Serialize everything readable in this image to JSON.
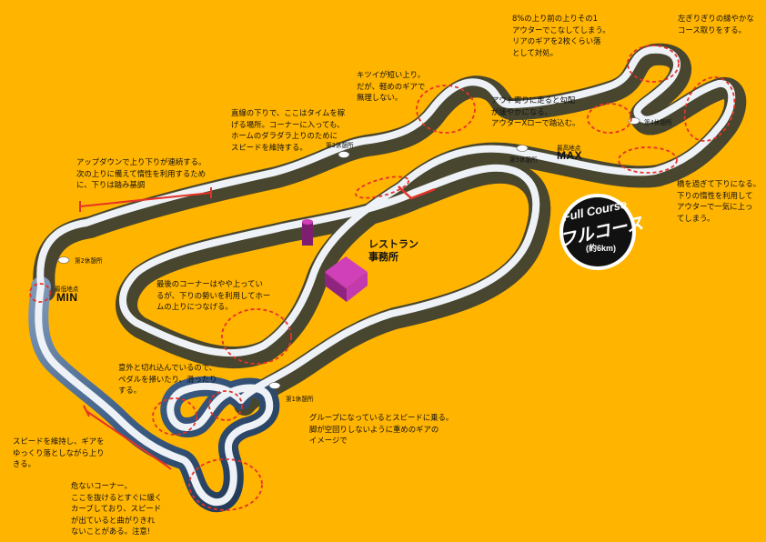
{
  "course": {
    "badge_en": "Full Course",
    "badge_jp": "フルコース",
    "length": "(約6km)"
  },
  "facilities": {
    "restaurant": "レストラン\n事務所"
  },
  "rests": [
    "第1休憩所",
    "第2休憩所",
    "第3休憩所",
    "第4休憩所",
    "第5休憩所"
  ],
  "points": {
    "min_caption": "最低地点",
    "min_label": "MIN",
    "max_caption": "最高地点",
    "max_label": "MAX"
  },
  "notes": [
    "8%の上り前の上りその1\nアウターでこなしてしまう。\nリアのギアを2枚くらい落\nとして対処。",
    "左ぎりぎりの縁やかな\nコース取りをする。",
    "キツイが短い上り。\nだが、軽めのギアで\n無理しない。",
    "アウト寄りに走ると勾配\nが緩やかになる。\nアウターXローで踏込む。",
    "直線の下りで、ここはタイムを稼\nげる場所。コーナーに入っても、\nホームのダラダラ上りのために\nスピードを維持する。",
    "アップダウンで上り下りが連続する。\n次の上りに備えて惰性を利用するため\nに、下りは踏み基調",
    "橋を過ぎて下りになる。\n下りの惰性を利用して\nアウターで一気に上っ\nてしまう。",
    "最後のコーナーはやや上ってい\nるが、下りの勢いを利用してホー\nムの上りにつなげる。",
    "意外と切れ込んでいるので、\nペダルを掃いたり、滑ったり\nする。",
    "グループになっているとスピードに乗る。\n脚が空回りしないように重めのギアの\nイメージで",
    "スピードを維持し、ギアを\nゆっくり落としながら上り\nきる。",
    "危ないコーナー。\nここを抜けるとすぐに緩く\nカーブしており、スピード\nが出ていると曲がりきれ\nないことがある。注意!"
  ],
  "colors": {
    "background": "#FFB400",
    "track_outer": "#3E5E86",
    "track_light": "#EEF2F6",
    "track_dark": "#1A2A3C",
    "highlight": "#E53328",
    "restaurant": "#D040B8"
  }
}
